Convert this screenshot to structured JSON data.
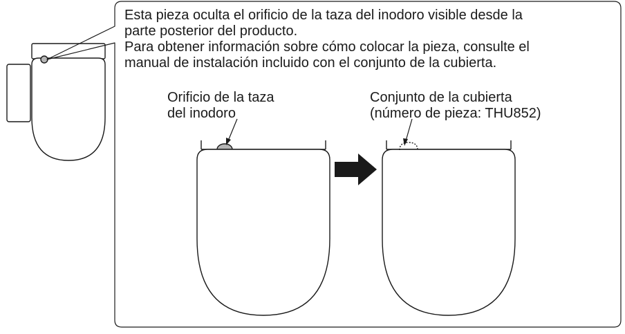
{
  "callout": {
    "line1": "Esta pieza oculta el orificio de la taza del inodoro visible desde la",
    "line2": "parte posterior del producto.",
    "line3": "Para obtener información sobre cómo colocar la pieza, consulte el",
    "line4": "manual de instalación incluido con el conjunto de la cubierta."
  },
  "labels": {
    "hole_line1": "Orificio de la taza",
    "hole_line2": "del inodoro",
    "cover_line1": "Conjunto de la cubierta",
    "cover_line2": "(número de pieza: THU852)"
  },
  "icons": {
    "arrow": "arrow-right-icon"
  },
  "colors": {
    "line": "#1a1a1a",
    "hole_fill": "#b5b5b5",
    "arrow_fill": "#1a1a1a"
  }
}
